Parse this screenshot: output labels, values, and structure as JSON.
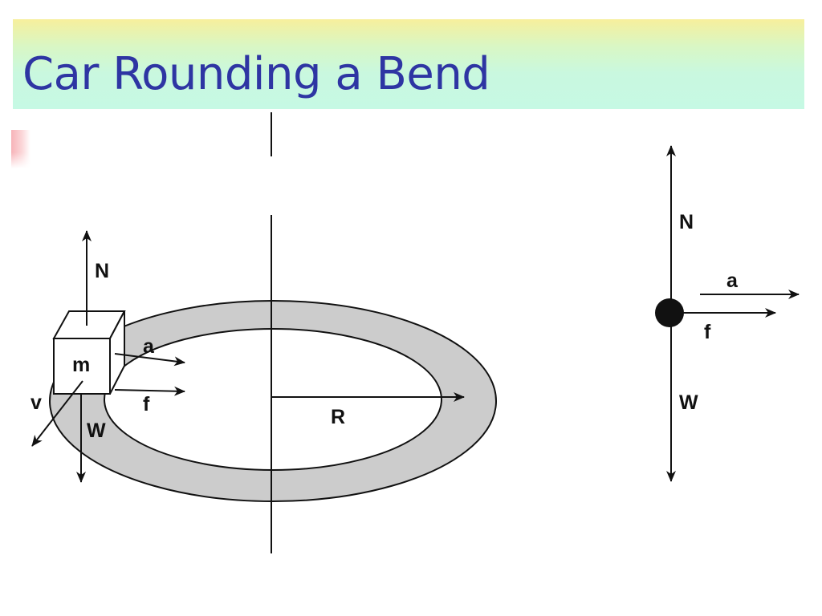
{
  "slide": {
    "title": "Car Rounding a Bend"
  },
  "diagram": {
    "car_diagram": {
      "labels": {
        "normal": "N",
        "mass": "m",
        "acceleration": "a",
        "friction": "f",
        "velocity": "v",
        "weight": "W",
        "radius": "R"
      }
    },
    "free_body_diagram": {
      "labels": {
        "normal": "N",
        "acceleration": "a",
        "friction": "f",
        "weight": "W"
      }
    }
  },
  "colors": {
    "title_text": "#2e35a3",
    "road": "#cccccc",
    "ink": "#111111"
  }
}
